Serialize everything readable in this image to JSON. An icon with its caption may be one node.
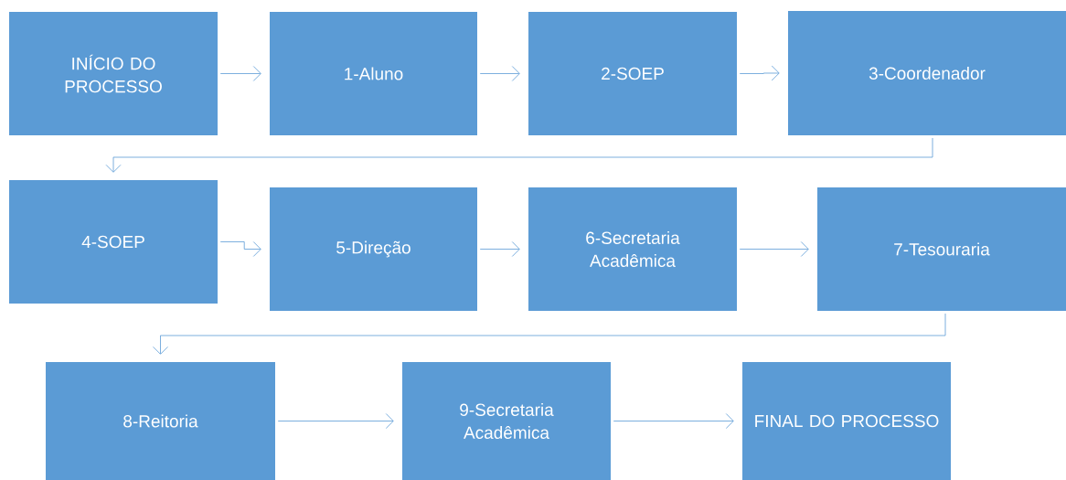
{
  "diagram": {
    "nodes": [
      {
        "text": [
          "INÍCIO DO PROCESSO"
        ]
      },
      {
        "text": [
          "1-Aluno"
        ]
      },
      {
        "text": [
          "2-SOEP"
        ]
      },
      {
        "text": [
          "3-Coordenador"
        ]
      },
      {
        "text": [
          "4-SOEP"
        ]
      },
      {
        "text": [
          "5-Direção"
        ]
      },
      {
        "text": [
          "6-Secretaria Acadêmica"
        ]
      },
      {
        "text": [
          "7-Tesouraria"
        ]
      },
      {
        "text": [
          "8-Reitoria"
        ]
      },
      {
        "text": [
          "9-Secretaria Acadêmica"
        ]
      },
      {
        "text": [
          "FINAL DO PROCESSO"
        ]
      }
    ],
    "edges": [
      {
        "from": 0,
        "to": 1,
        "arrow": "to"
      },
      {
        "from": 1,
        "to": 2,
        "arrow": "to"
      },
      {
        "from": 2,
        "to": 3,
        "arrow": "to"
      },
      {
        "from": 3,
        "to": 4,
        "arrow": "to"
      },
      {
        "from": 4,
        "to": 5,
        "arrow": "to"
      },
      {
        "from": 5,
        "to": 6,
        "arrow": "to"
      },
      {
        "from": 6,
        "to": 7,
        "arrow": "to"
      },
      {
        "from": 7,
        "to": 8,
        "arrow": "to"
      },
      {
        "from": 8,
        "to": 9,
        "arrow": "to"
      },
      {
        "from": 9,
        "to": 10,
        "arrow": "to"
      }
    ]
  }
}
